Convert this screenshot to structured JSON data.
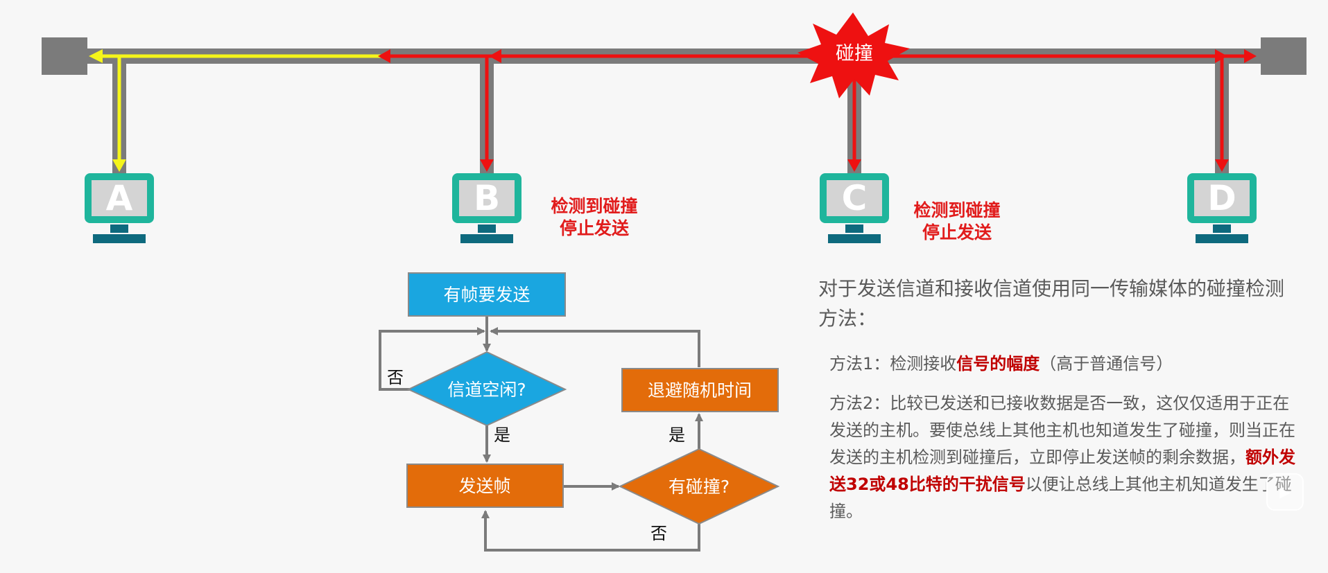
{
  "collision_label": "碰撞",
  "stations": [
    "A",
    "B",
    "C",
    "D"
  ],
  "detect_notes": {
    "b": {
      "line1": "检测到碰撞",
      "line2": "停止发送"
    },
    "c": {
      "line1": "检测到碰撞",
      "line2": "停止发送"
    }
  },
  "flowchart": {
    "start": "有帧要发送",
    "channel_idle": "信道空闲?",
    "send_frame": "发送帧",
    "collision_check": "有碰撞?",
    "backoff": "退避随机时间",
    "edge_labels": {
      "idle_no": "否",
      "idle_yes": "是",
      "collision_yes": "是",
      "collision_no": "否"
    }
  },
  "description": {
    "title": "对于发送信道和接收信道使用同一传输媒体的碰撞检测方法：",
    "method1": {
      "prefix": "方法1：检测接收",
      "highlight": "信号的幅度",
      "suffix": "（高于普通信号）"
    },
    "method2": {
      "prefix": "方法2：比较已发送和已接收数据是否一致，这仅仅适用于正在发送的主机。要使总线上其他主机也知道发生了碰撞，则当正在发送的主机检测到碰撞后，立即停止发送帧的剩余数据，",
      "highlight": "额外发送32或48比特的干扰信号",
      "suffix": "以便让总线上其他主机知道发生了碰撞。"
    }
  },
  "colors": {
    "bus": "#7b7b7b",
    "signal_a": "#f5f51a",
    "signal_red": "#ee1111",
    "station_frame": "#1fb59c",
    "station_base": "#0e6a7e",
    "flow_blue": "#1aa6e0",
    "flow_orange": "#e36c0a",
    "highlight": "#c00000"
  },
  "icons": [
    "play-icon"
  ]
}
